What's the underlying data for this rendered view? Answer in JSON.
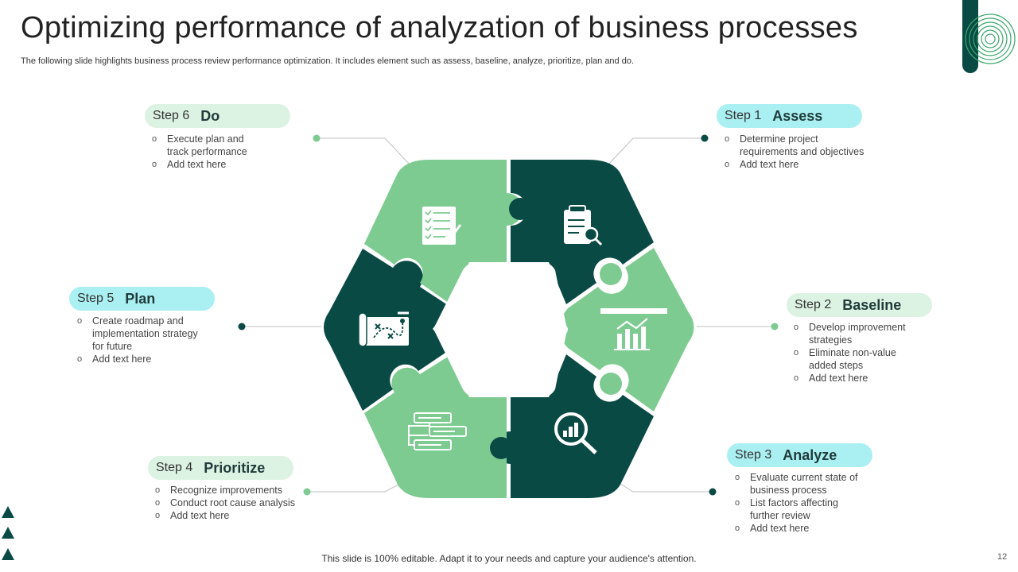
{
  "title": "Optimizing performance of analyzation of business processes",
  "subtitle": "The following slide highlights business process review performance optimization. It includes element such as assess, baseline, analyze, prioritize, plan and do.",
  "steps": [
    {
      "step": "Step 1",
      "name": "Assess",
      "bullets": [
        "Determine project",
        "requirements and objectives",
        "Add text here"
      ],
      "icon": "clipboard-search-icon"
    },
    {
      "step": "Step 2",
      "name": "Baseline",
      "bullets": [
        "Develop improvement",
        "strategies",
        "Eliminate non-value",
        "added steps",
        "Add text here"
      ],
      "icon": "bar-chart-trend-icon"
    },
    {
      "step": "Step 3",
      "name": "Analyze",
      "bullets": [
        "Evaluate current state of",
        "business process",
        "List factors affecting",
        "further review",
        "Add text here"
      ],
      "icon": "magnifier-chart-icon"
    },
    {
      "step": "Step 4",
      "name": "Prioritize",
      "bullets": [
        "Recognize improvements",
        "Conduct root cause analysis",
        "Add text here"
      ],
      "icon": "priority-list-icon"
    },
    {
      "step": "Step 5",
      "name": "Plan",
      "bullets": [
        "Create roadmap and",
        "implementation strategy",
        "for future",
        "Add text here"
      ],
      "icon": "roadmap-icon"
    },
    {
      "step": "Step 6",
      "name": "Do",
      "bullets": [
        "Execute plan and",
        "track performance",
        "Add text here"
      ],
      "icon": "checklist-pen-icon"
    }
  ],
  "colors": {
    "dark": "#0a4a45",
    "light": "#7dcb91",
    "pill_mint": "#dcf3e3",
    "pill_cyan": "#aaf0f2"
  },
  "footer": "This slide is 100% editable. Adapt it to your needs and capture your audience's attention.",
  "page_number": "12"
}
